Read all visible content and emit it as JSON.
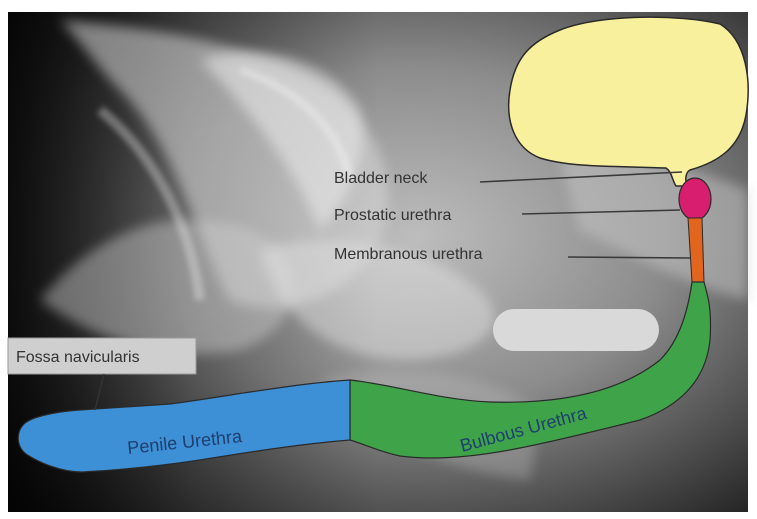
{
  "labels": {
    "bladder_neck": "Bladder neck",
    "prostatic": "Prostatic urethra",
    "membranous": "Membranous urethra",
    "fossa": "Fossa navicularis",
    "penile": "Penile Urethra",
    "bulbous": "Bulbous Urethra"
  },
  "colors": {
    "bladder": "#f8f09c",
    "prostatic": "#d81e6e",
    "membranous": "#e2651e",
    "bulbous": "#3fa34a",
    "penile": "#3d8fd6",
    "redaction": "#d9d9d9"
  }
}
